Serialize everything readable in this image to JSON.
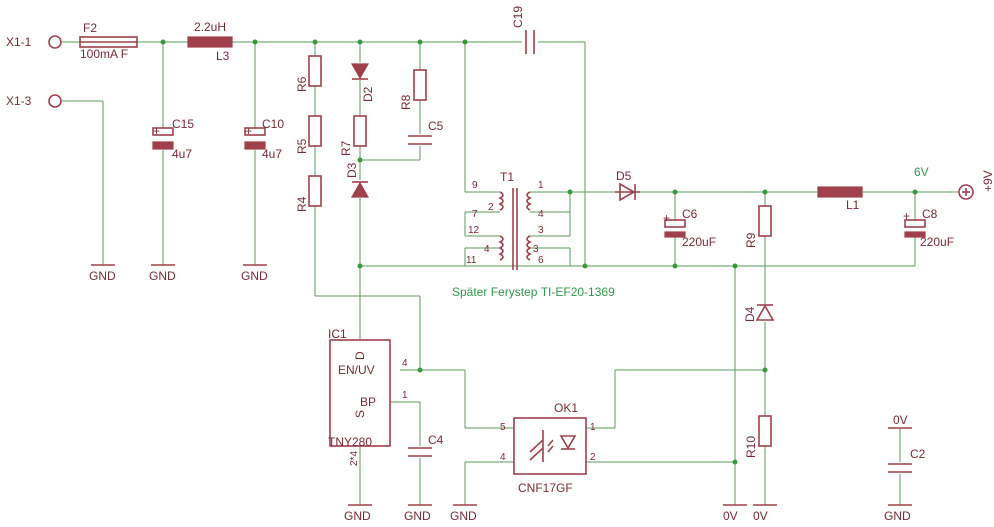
{
  "connectors": [
    {
      "id": "x1-1",
      "label": "X1-1"
    },
    {
      "id": "x1-3",
      "label": "X1-3"
    },
    {
      "id": "plus9v",
      "label": "+9V"
    }
  ],
  "components": {
    "F2": {
      "ref": "F2",
      "value": "100mA F"
    },
    "L3": {
      "ref": "L3",
      "value": "2.2uH"
    },
    "C15": {
      "ref": "C15",
      "value": "4u7"
    },
    "C10": {
      "ref": "C10",
      "value": "4u7"
    },
    "R6": {
      "ref": "R6"
    },
    "R5": {
      "ref": "R5"
    },
    "R4": {
      "ref": "R4"
    },
    "D2": {
      "ref": "D2"
    },
    "R7": {
      "ref": "R7"
    },
    "D3": {
      "ref": "D3"
    },
    "R8": {
      "ref": "R8"
    },
    "C5": {
      "ref": "C5"
    },
    "C19": {
      "ref": "C19"
    },
    "T1": {
      "ref": "T1",
      "pins": [
        "9",
        "1",
        "7",
        "2",
        "4",
        "12",
        "3",
        "4",
        "3",
        "11",
        "6"
      ]
    },
    "D5": {
      "ref": "D5"
    },
    "C6": {
      "ref": "C6",
      "value": "220uF"
    },
    "R9": {
      "ref": "R9"
    },
    "L1": {
      "ref": "L1"
    },
    "C8": {
      "ref": "C8",
      "value": "220uF"
    },
    "D4": {
      "ref": "D4"
    },
    "R10": {
      "ref": "R10"
    },
    "C2": {
      "ref": "C2"
    },
    "C4": {
      "ref": "C4"
    },
    "IC1": {
      "ref": "IC1",
      "value": "TNY280",
      "pin_en": "EN/UV",
      "pin_d": "D",
      "pin_bp": "BP",
      "pin_s": "S",
      "pin4": "4",
      "pin1": "1",
      "pin_s_num": "2*4"
    },
    "OK1": {
      "ref": "OK1",
      "value": "CNF17GF",
      "pin5": "5",
      "pin4": "4",
      "pin1": "1",
      "pin2": "2"
    }
  },
  "net_labels": {
    "v6": "6V",
    "c2_top": "0V",
    "note": "Später Ferystер TI-EF20-1369"
  },
  "grounds": [
    "GND",
    "GND",
    "GND",
    "GND",
    "GND",
    "GND",
    "0V",
    "0V",
    "GND"
  ],
  "colors": {
    "wire": "#5a9e5a",
    "part": "#a0404a",
    "label": "#7a2a35",
    "net": "#2f9a4a"
  }
}
